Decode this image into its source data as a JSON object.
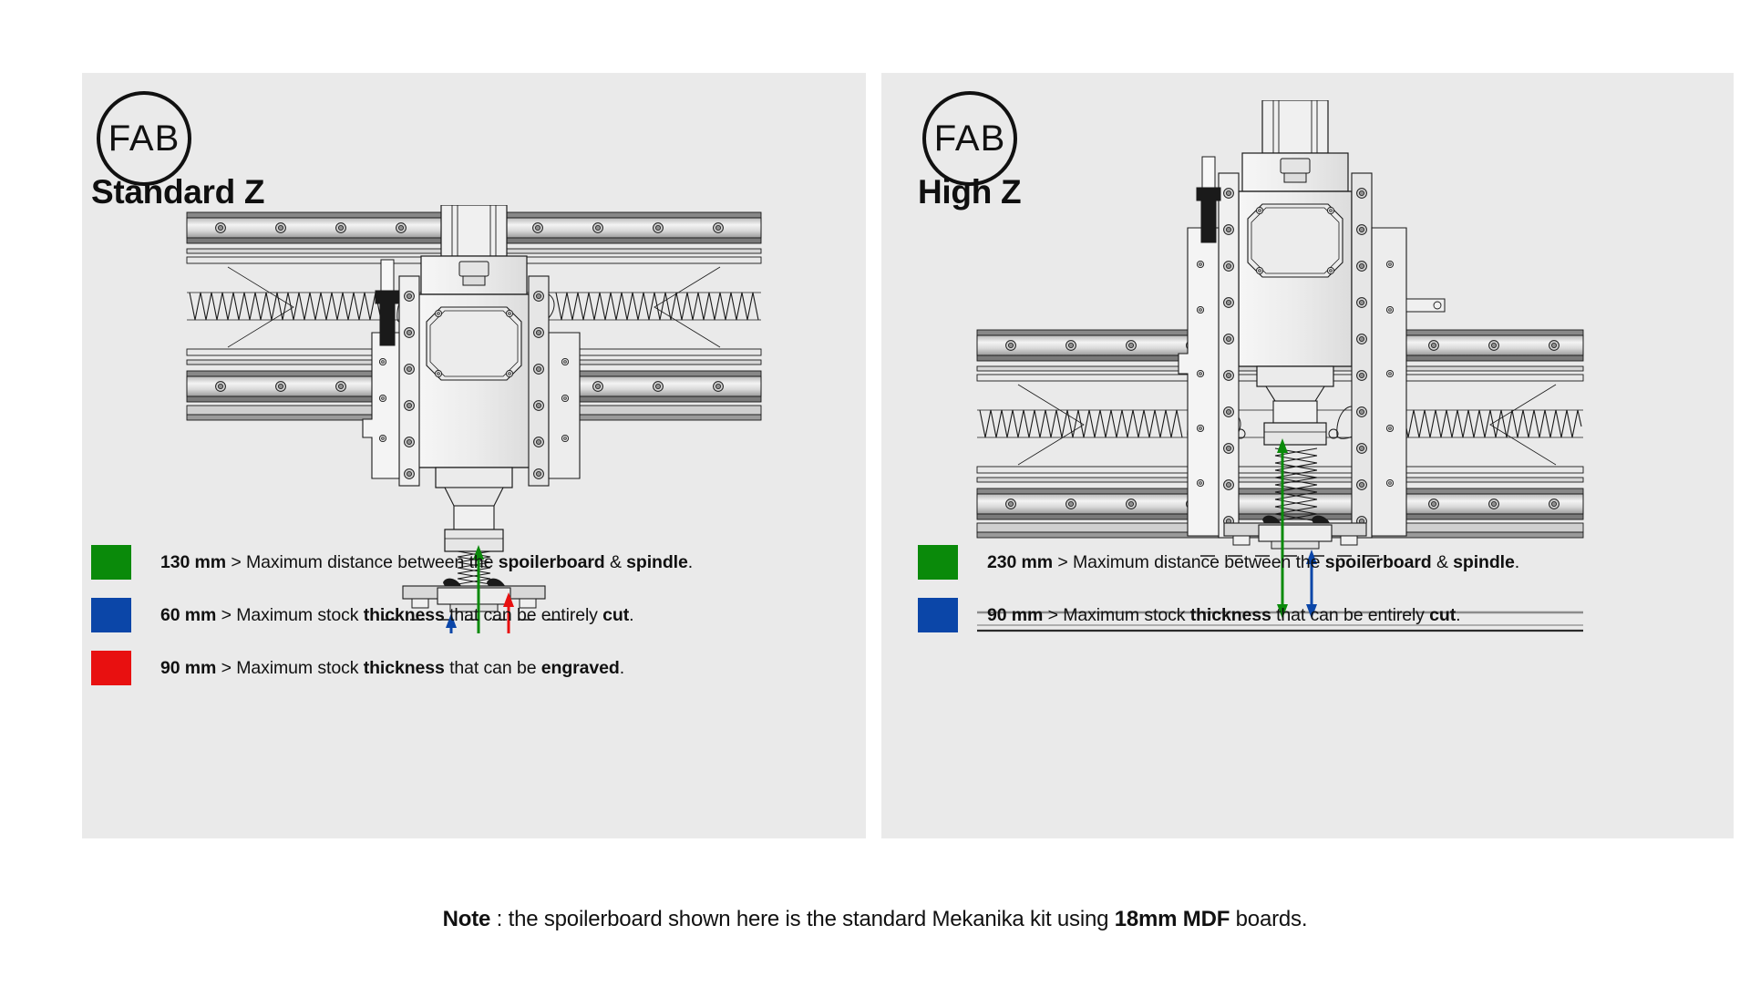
{
  "panels": [
    {
      "id": "standard-z",
      "badge": "FAB",
      "title": "Standard Z",
      "legend": [
        {
          "color": "#0a8a0a",
          "value": "130 mm",
          "sep": " > ",
          "text_parts": [
            "Maximum distance between the ",
            "spoilerboard",
            " & ",
            "spindle",
            "."
          ]
        },
        {
          "color": "#0b46a8",
          "value": "60 mm",
          "sep": " > ",
          "text_parts": [
            "Maximum stock ",
            "thickness",
            " that can be entirely ",
            "cut",
            "."
          ]
        },
        {
          "color": "#e81010",
          "value": "90 mm",
          "sep": " > ",
          "text_parts": [
            "Maximum stock ",
            "thickness",
            " that can be ",
            "engraved",
            "."
          ]
        }
      ]
    },
    {
      "id": "high-z",
      "badge": "FAB",
      "title": "High Z",
      "legend": [
        {
          "color": "#0a8a0a",
          "value": "230 mm",
          "sep": " > ",
          "text_parts": [
            "Maximum distance between the ",
            "spoilerboard",
            " & ",
            "spindle",
            "."
          ]
        },
        {
          "color": "#0b46a8",
          "value": "90 mm",
          "sep": " > ",
          "text_parts": [
            "Maximum stock ",
            "thickness",
            " that can be entirely ",
            "cut",
            "."
          ]
        }
      ]
    }
  ],
  "note": {
    "label": "Note",
    "body_before": " : the spoilerboard shown here is the standard Mekanika kit  using ",
    "highlight": "18mm MDF",
    "body_after": " boards."
  },
  "colors": {
    "green": "#0a8a0a",
    "blue": "#0b46a8",
    "red": "#e81010",
    "panel_bg": "#eaeaea",
    "page_bg": "#ffffff",
    "line": "#1a1a1a",
    "metal_light": "#f2f2f2",
    "metal_mid": "#c9c9c9",
    "metal_dark": "#8a8a8a"
  },
  "measurements": {
    "standard_z": {
      "green_mm": 130,
      "blue_mm": 60,
      "red_mm": 90
    },
    "high_z": {
      "green_mm": 230,
      "blue_mm": 90
    }
  }
}
